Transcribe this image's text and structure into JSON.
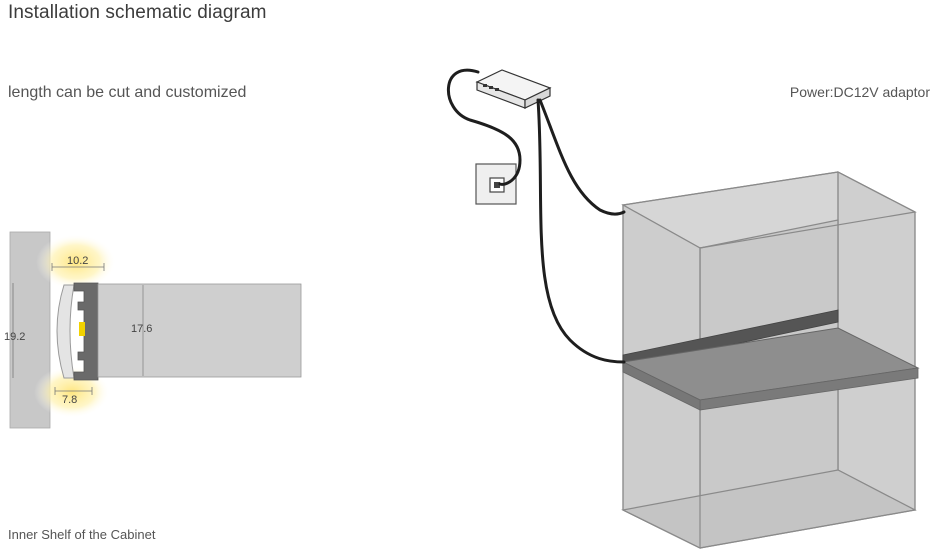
{
  "title": "Installation schematic diagram",
  "subtitle": "length can be cut and customized",
  "power_label": "Power:DC12V adaptor",
  "bottom_label": "Inner Shelf of the Cabinet",
  "dimensions": {
    "top_width": "10.2",
    "bottom_width": "7.8",
    "height": "19.2",
    "shelf_thickness": "17.6"
  }
}
